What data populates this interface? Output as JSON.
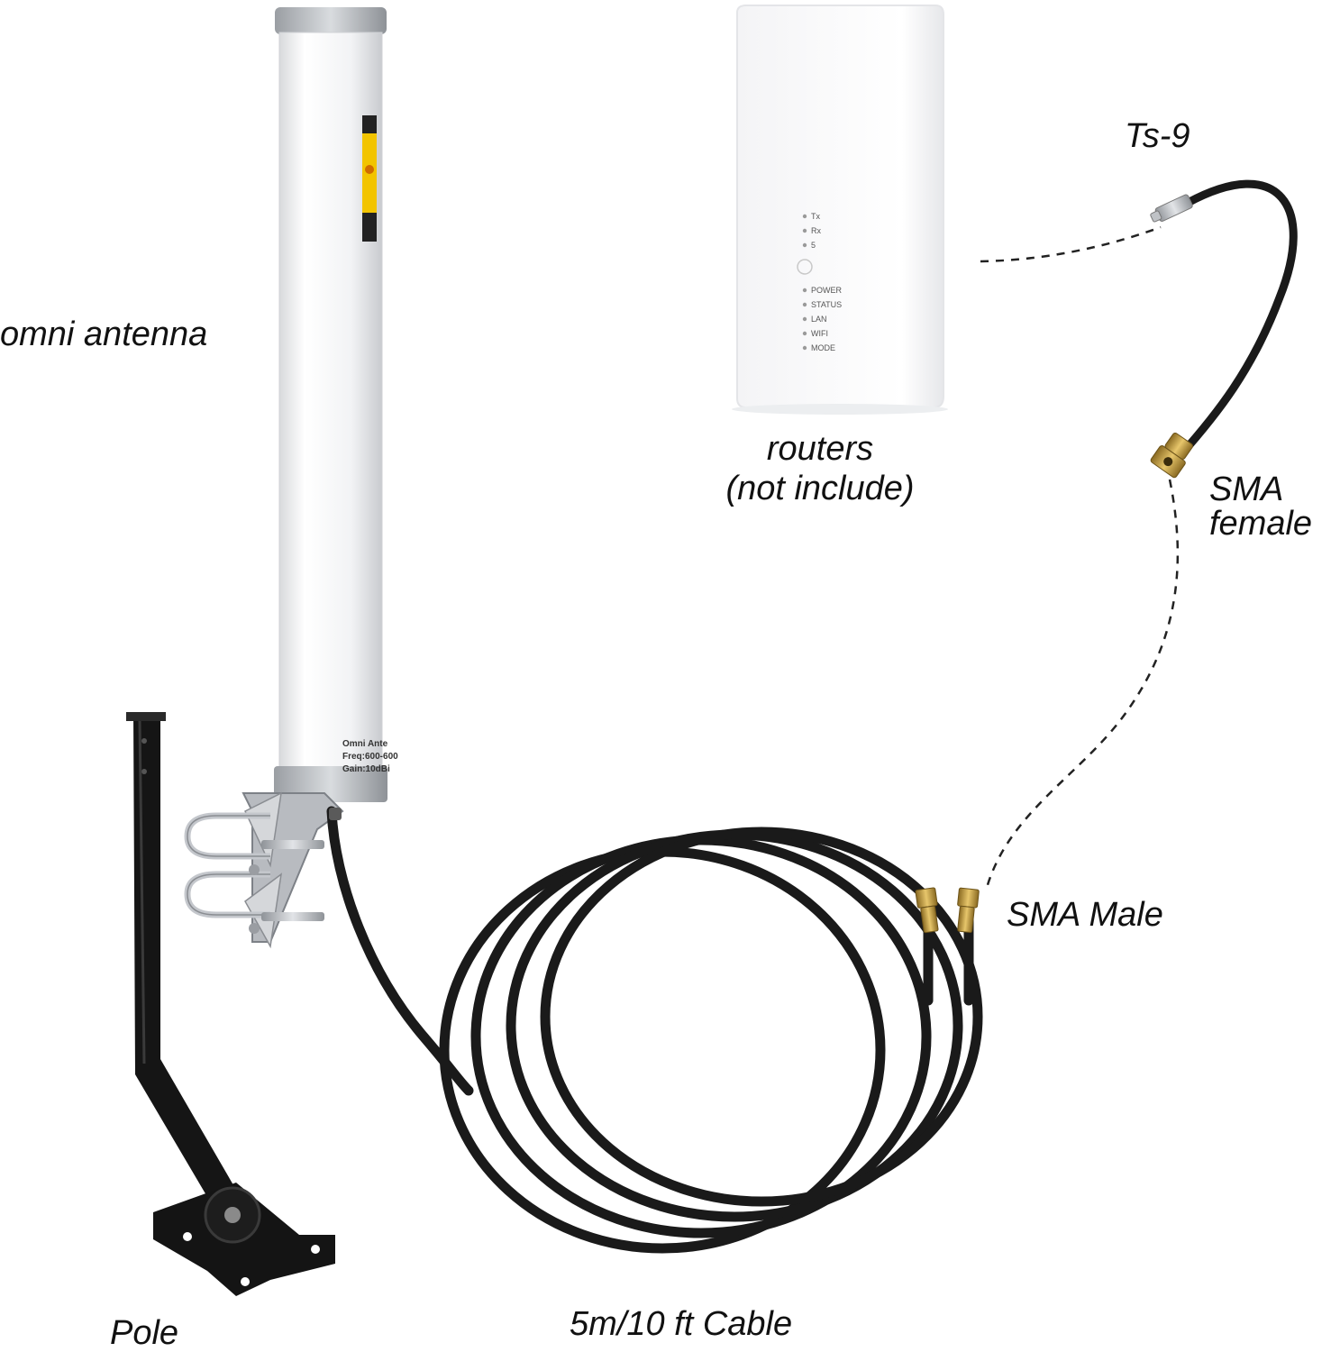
{
  "labels": {
    "omni_antenna": "omni antenna",
    "ts9": "Ts-9",
    "router_line1": "routers",
    "router_line2": "(not include)",
    "sma_female_line1": "SMA",
    "sma_female_line2": "female",
    "sma_male": "SMA Male",
    "pole": "Pole",
    "cable": "5m/10 ft Cable"
  },
  "antenna_label_lines": [
    "Omni Ante",
    "Freq:600-600",
    "Gain:10dBi"
  ],
  "router_indicators": [
    "POWER",
    "STATUS",
    "LAN",
    "WIFI",
    "MODE"
  ],
  "router_top_indicators": [
    "Tx",
    "Rx",
    "5"
  ],
  "colors": {
    "cable": "#1a1a1a",
    "connector_gold": "#c9a24a",
    "antenna_body": "#f3f4f6",
    "pole": "#121212",
    "text": "#111111"
  }
}
